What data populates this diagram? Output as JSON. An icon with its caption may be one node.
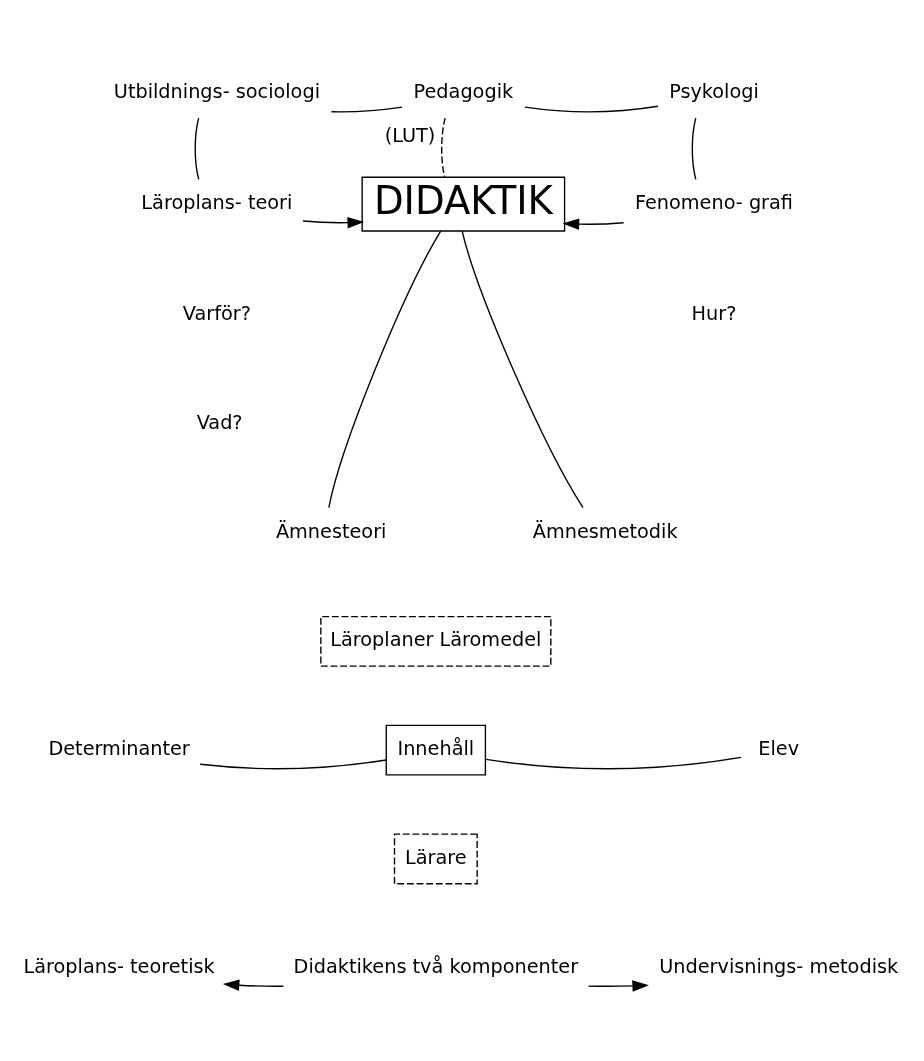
{
  "diagram": {
    "nodes": [
      {
        "text": [
          "Utbildnings- sociologi"
        ]
      },
      {
        "text": [
          "Pedagogik"
        ]
      },
      {
        "text": [
          "Psykologi"
        ]
      },
      {
        "text": [
          "Läroplans- teori"
        ]
      },
      {
        "text": [
          "Fenomeno- grafi"
        ]
      },
      {
        "text": [
          "DIDAKTIK"
        ]
      },
      {
        "text": [
          "Ämnesteori"
        ]
      },
      {
        "text": [
          "Ämnesmetodik"
        ]
      },
      {
        "text": [
          "Läroplaner Läromedel"
        ]
      },
      {
        "text": [
          "Determinanter"
        ]
      },
      {
        "text": [
          "Innehåll"
        ]
      },
      {
        "text": [
          "Elev"
        ]
      },
      {
        "text": [
          "Lärare"
        ]
      },
      {
        "text": [
          "Läroplans- teoretisk"
        ]
      },
      {
        "text": [
          "Didaktikens två komponenter"
        ]
      },
      {
        "text": [
          "Undervisnings- metodisk"
        ]
      }
    ],
    "edges": [
      {
        "from": 0,
        "to": 1,
        "arrow": "none"
      },
      {
        "from": 1,
        "to": 2,
        "arrow": "none"
      },
      {
        "from": 1,
        "to": 5,
        "arrow": "none",
        "style": "dashed",
        "label": "(LUT)"
      },
      {
        "from": 0,
        "to": 3,
        "arrow": "none"
      },
      {
        "from": 2,
        "to": 4,
        "arrow": "none"
      },
      {
        "from": 3,
        "to": 5,
        "arrow": "to"
      },
      {
        "from": 4,
        "to": 5,
        "arrow": "to"
      },
      {
        "from": 5,
        "to": 6,
        "arrow": "none"
      },
      {
        "from": 5,
        "to": 7,
        "arrow": "none"
      },
      {
        "from": 9,
        "to": 10,
        "arrow": "none"
      },
      {
        "from": 10,
        "to": 11,
        "arrow": "none"
      },
      {
        "from": 14,
        "to": 13,
        "arrow": "to"
      },
      {
        "from": 14,
        "to": 15,
        "arrow": "to"
      }
    ],
    "labels": [
      "Varför?",
      "Vad?",
      "Hur?"
    ]
  }
}
